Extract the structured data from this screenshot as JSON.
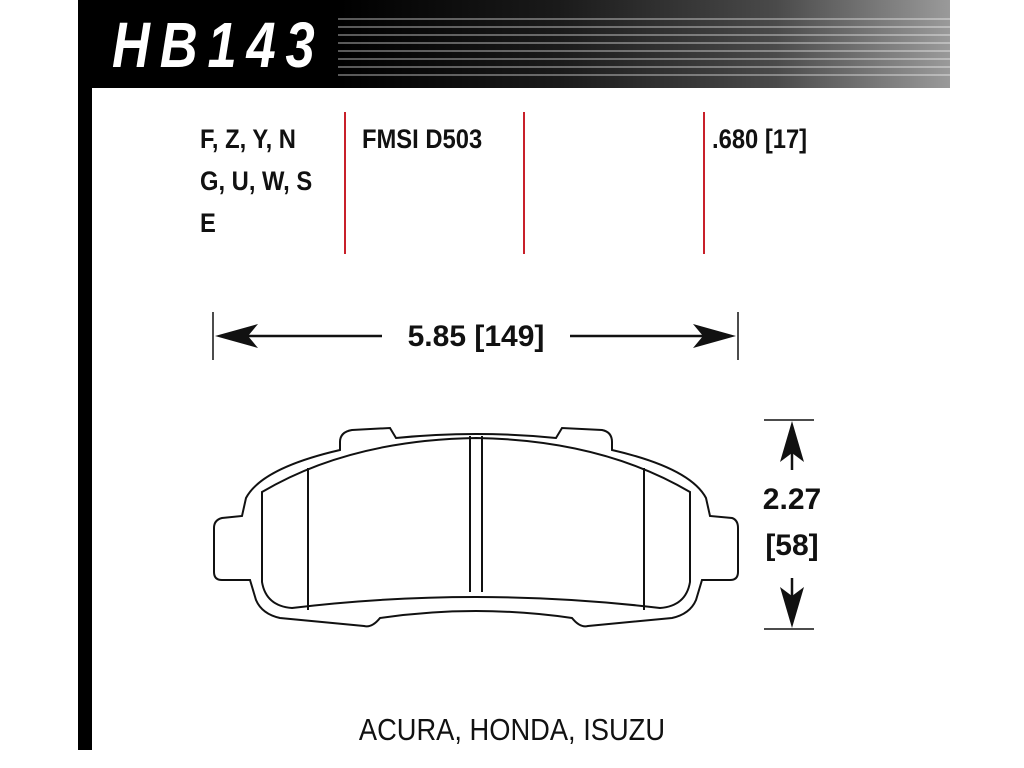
{
  "header": {
    "part_number": "HB143"
  },
  "specs": {
    "compounds": [
      "F, Z, Y, N",
      "G, U, W, S",
      "E"
    ],
    "fmsi": "FMSI D503",
    "thickness": ".680 [17]"
  },
  "dimensions": {
    "width": "5.85 [149]",
    "height_in": "2.27",
    "height_mm": "[58]"
  },
  "applications": "ACURA, HONDA, ISUZU"
}
